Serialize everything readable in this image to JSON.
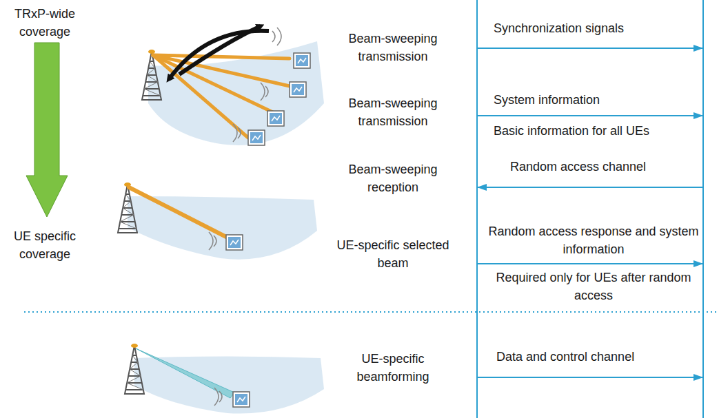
{
  "diagram": {
    "labels": [
      "TRxP-wide coverage",
      "Beam-sweeping transmission",
      "Synchronization signals",
      "Beam-sweeping transmission",
      "System information",
      "Basic information for all UEs",
      "Beam-sweeping reception",
      "Random access channel",
      "UE specific coverage",
      "UE-specific selected beam",
      "Random access response and system information",
      "Required only for UEs after random access",
      "UE-specific beamforming",
      "Data and control channel"
    ]
  }
}
